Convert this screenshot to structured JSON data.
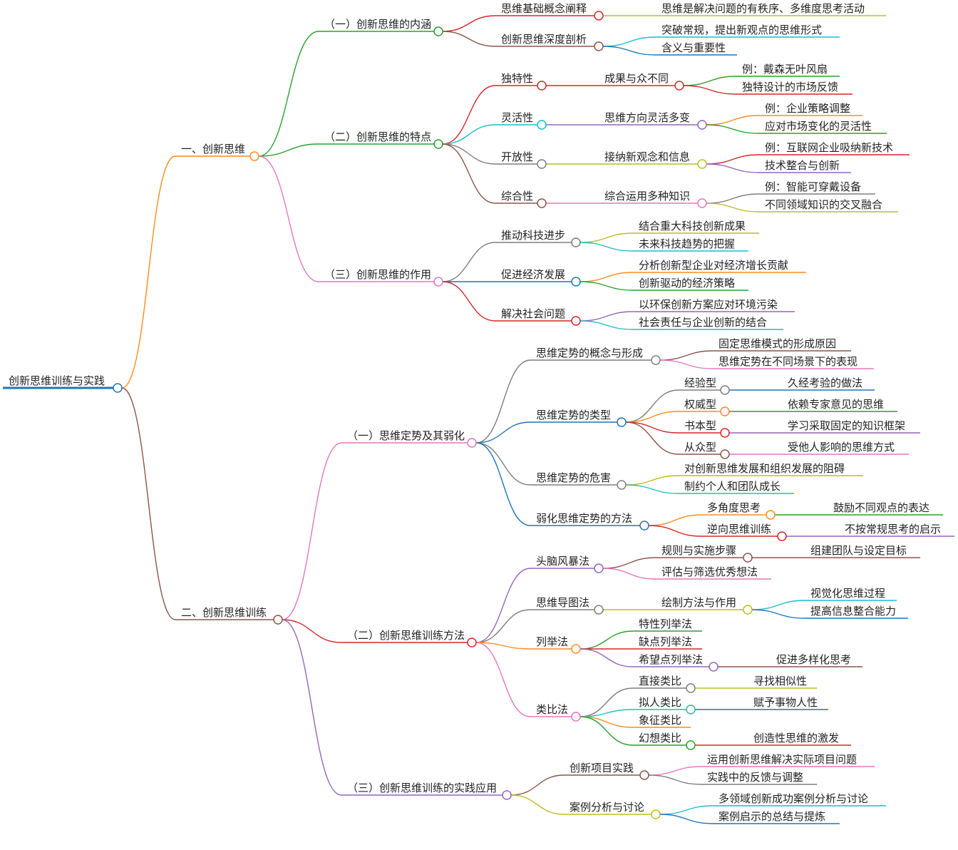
{
  "mindmap": {
    "root": {
      "label": "创新思维训练与实践",
      "color": "#1f77b4",
      "children": [
        {
          "label": "一、创新思维",
          "color": "#ff8c1a",
          "children": [
            {
              "label": "（一）创新思维的内涵",
              "color": "#2ca02c",
              "children": [
                {
                  "label": "思维基础概念阐释",
                  "color": "#d62728",
                  "children": [
                    {
                      "label": "思维是解决问题的有秩序、多维度思考活动",
                      "color": "#bcbd22"
                    }
                  ]
                },
                {
                  "label": "创新思维深度剖析",
                  "color": "#8c564b",
                  "children": [
                    {
                      "label": "突破常规，提出新观点的思维形式",
                      "color": "#17becf"
                    },
                    {
                      "label": "含义与重要性",
                      "color": "#1f77b4"
                    }
                  ]
                }
              ]
            },
            {
              "label": "（二）创新思维的特点",
              "color": "#2ca02c",
              "children": [
                {
                  "label": "独特性",
                  "color": "#d62728",
                  "children": [
                    {
                      "label": "成果与众不同",
                      "color": "#d62728",
                      "children": [
                        {
                          "label": "例：戴森无叶风扇",
                          "color": "#2ca02c"
                        },
                        {
                          "label": "独特设计的市场反馈",
                          "color": "#d62728"
                        }
                      ]
                    }
                  ]
                },
                {
                  "label": "灵活性",
                  "color": "#17becf",
                  "children": [
                    {
                      "label": "思维方向灵活多变",
                      "color": "#9467bd",
                      "children": [
                        {
                          "label": "例：企业策略调整",
                          "color": "#ff8c1a"
                        },
                        {
                          "label": "应对市场变化的灵活性",
                          "color": "#2ca02c"
                        }
                      ]
                    }
                  ]
                },
                {
                  "label": "开放性",
                  "color": "#7f7f7f",
                  "children": [
                    {
                      "label": "接纳新观念和信息",
                      "color": "#bcbd22",
                      "children": [
                        {
                          "label": "例：互联网企业吸纳新技术",
                          "color": "#d62728"
                        },
                        {
                          "label": "技术整合与创新",
                          "color": "#9467bd"
                        }
                      ]
                    }
                  ]
                },
                {
                  "label": "综合性",
                  "color": "#8c564b",
                  "children": [
                    {
                      "label": "综合运用多种知识",
                      "color": "#e377c2",
                      "children": [
                        {
                          "label": "例：智能可穿戴设备",
                          "color": "#7f7f7f"
                        },
                        {
                          "label": "不同领域知识的交叉融合",
                          "color": "#bcbd22"
                        }
                      ]
                    }
                  ]
                }
              ]
            },
            {
              "label": "（三）创新思维的作用",
              "color": "#e377c2",
              "children": [
                {
                  "label": "推动科技进步",
                  "color": "#7f7f7f",
                  "children": [
                    {
                      "label": "结合重大科技创新成果",
                      "color": "#bcbd22"
                    },
                    {
                      "label": "未来科技趋势的把握",
                      "color": "#17becf"
                    }
                  ]
                },
                {
                  "label": "促进经济发展",
                  "color": "#1f77b4",
                  "children": [
                    {
                      "label": "分析创新型企业对经济增长贡献",
                      "color": "#ff8c1a"
                    },
                    {
                      "label": "创新驱动的经济策略",
                      "color": "#2ca02c"
                    }
                  ]
                },
                {
                  "label": "解决社会问题",
                  "color": "#d62728",
                  "children": [
                    {
                      "label": "以环保创新方案应对环境污染",
                      "color": "#9467bd"
                    },
                    {
                      "label": "社会责任与企业创新的结合",
                      "color": "#17becf"
                    }
                  ]
                }
              ]
            }
          ]
        },
        {
          "label": "二、创新思维训练",
          "color": "#8c564b",
          "children": [
            {
              "label": "（一）思维定势及其弱化",
              "color": "#e377c2",
              "children": [
                {
                  "label": "思维定势的概念与形成",
                  "color": "#7f7f7f",
                  "children": [
                    {
                      "label": "固定思维模式的形成原因",
                      "color": "#8c564b"
                    },
                    {
                      "label": "思维定势在不同场景下的表现",
                      "color": "#e377c2"
                    }
                  ]
                },
                {
                  "label": "思维定势的类型",
                  "color": "#1f77b4",
                  "children": [
                    {
                      "label": "经验型",
                      "color": "#7f7f7f",
                      "children": [
                        {
                          "label": "久经考验的做法",
                          "color": "#1f77b4"
                        }
                      ]
                    },
                    {
                      "label": "权威型",
                      "color": "#ff8c1a",
                      "children": [
                        {
                          "label": "依赖专家意见的思维",
                          "color": "#2ca02c"
                        }
                      ]
                    },
                    {
                      "label": "书本型",
                      "color": "#d62728",
                      "children": [
                        {
                          "label": "学习采取固定的知识框架",
                          "color": "#9467bd"
                        }
                      ]
                    },
                    {
                      "label": "从众型",
                      "color": "#8c564b",
                      "children": [
                        {
                          "label": "受他人影响的思维方式",
                          "color": "#e377c2"
                        }
                      ]
                    }
                  ]
                },
                {
                  "label": "思维定势的危害",
                  "color": "#7f7f7f",
                  "children": [
                    {
                      "label": "对创新思维发展和组织发展的阻碍",
                      "color": "#bcbd22"
                    },
                    {
                      "label": "制约个人和团队成长",
                      "color": "#17becf"
                    }
                  ]
                },
                {
                  "label": "弱化思维定势的方法",
                  "color": "#1f77b4",
                  "children": [
                    {
                      "label": "多角度思考",
                      "color": "#ff8c1a",
                      "children": [
                        {
                          "label": "鼓励不同观点的表达",
                          "color": "#2ca02c"
                        }
                      ]
                    },
                    {
                      "label": "逆向思维训练",
                      "color": "#d62728",
                      "children": [
                        {
                          "label": "不按常规思考的启示",
                          "color": "#9467bd"
                        }
                      ]
                    }
                  ]
                }
              ]
            },
            {
              "label": "（二）创新思维训练方法",
              "color": "#d62728",
              "children": [
                {
                  "label": "头脑风暴法",
                  "color": "#9467bd",
                  "children": [
                    {
                      "label": "规则与实施步骤",
                      "color": "#8c564b",
                      "children": [
                        {
                          "label": "组建团队与设定目标",
                          "color": "#8c564b"
                        }
                      ]
                    },
                    {
                      "label": "评估与筛选优秀想法",
                      "color": "#e377c2"
                    }
                  ]
                },
                {
                  "label": "思维导图法",
                  "color": "#7f7f7f",
                  "children": [
                    {
                      "label": "绘制方法与作用",
                      "color": "#bcbd22",
                      "children": [
                        {
                          "label": "视觉化思维过程",
                          "color": "#17becf"
                        },
                        {
                          "label": "提高信息整合能力",
                          "color": "#1f77b4"
                        }
                      ]
                    }
                  ]
                },
                {
                  "label": "列举法",
                  "color": "#ff8c1a",
                  "children": [
                    {
                      "label": "特性列举法",
                      "color": "#2ca02c"
                    },
                    {
                      "label": "缺点列举法",
                      "color": "#d62728"
                    },
                    {
                      "label": "希望点列举法",
                      "color": "#9467bd",
                      "children": [
                        {
                          "label": "促进多样化思考",
                          "color": "#8c564b"
                        }
                      ]
                    }
                  ]
                },
                {
                  "label": "类比法",
                  "color": "#e377c2",
                  "children": [
                    {
                      "label": "直接类比",
                      "color": "#7f7f7f",
                      "children": [
                        {
                          "label": "寻找相似性",
                          "color": "#bcbd22"
                        }
                      ]
                    },
                    {
                      "label": "拟人类比",
                      "color": "#17becf",
                      "children": [
                        {
                          "label": "赋予事物人性",
                          "color": "#1f77b4"
                        }
                      ]
                    },
                    {
                      "label": "象征类比",
                      "color": "#ff8c1a"
                    },
                    {
                      "label": "幻想类比",
                      "color": "#2ca02c",
                      "children": [
                        {
                          "label": "创造性思维的激发",
                          "color": "#d62728"
                        }
                      ]
                    }
                  ]
                }
              ]
            },
            {
              "label": "（三）创新思维训练的实践应用",
              "color": "#9467bd",
              "children": [
                {
                  "label": "创新项目实践",
                  "color": "#8c564b",
                  "children": [
                    {
                      "label": "运用创新思维解决实际项目问题",
                      "color": "#e377c2"
                    },
                    {
                      "label": "实践中的反馈与调整",
                      "color": "#7f7f7f"
                    }
                  ]
                },
                {
                  "label": "案例分析与讨论",
                  "color": "#bcbd22",
                  "children": [
                    {
                      "label": "多领域创新成功案例分析与讨论",
                      "color": "#17becf"
                    },
                    {
                      "label": "案例启示的总结与提炼",
                      "color": "#1f77b4"
                    }
                  ]
                }
              ]
            }
          ]
        }
      ]
    }
  }
}
